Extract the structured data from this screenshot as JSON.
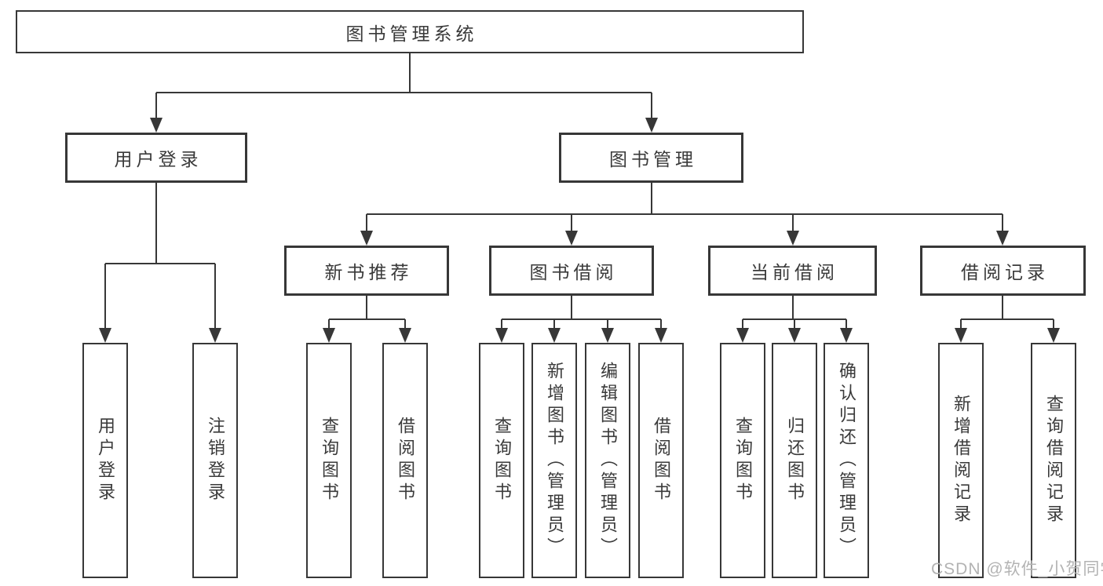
{
  "diagram": {
    "root": "图书管理系统",
    "level2": {
      "user_login": "用户登录",
      "book_mgmt": "图书管理"
    },
    "level3": {
      "new_books": "新书推荐",
      "borrowing": "图书借阅",
      "current": "当前借阅",
      "records": "借阅记录"
    },
    "leaves": {
      "user_login": [
        "用户登录",
        "注销登录"
      ],
      "new_books": [
        "查询图书",
        "借阅图书"
      ],
      "borrowing": [
        "查询图书",
        "新增图书（管理员）",
        "编辑图书（管理员）",
        "借阅图书"
      ],
      "current": [
        "查询图书",
        "归还图书",
        "确认归还（管理员）"
      ],
      "records": [
        "新增借阅记录",
        "查询借阅记录"
      ]
    }
  },
  "watermark": "CSDN @软件_小贺同学",
  "colors": {
    "line": "#373737",
    "box_border": "#373737",
    "text": "#3a3a3a",
    "watermark": "#b3b3b3",
    "background": "#ffffff"
  }
}
